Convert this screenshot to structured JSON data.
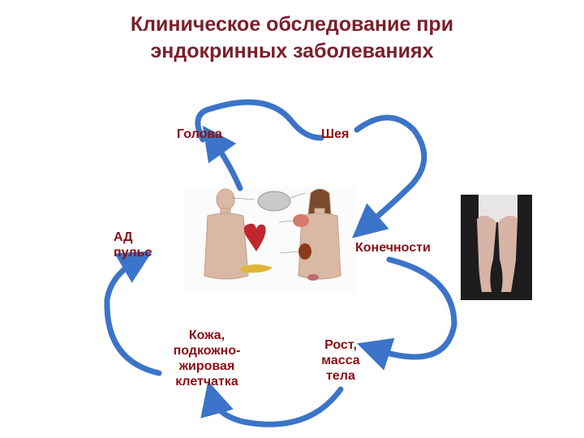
{
  "title_line1": "Клиническое обследование при",
  "title_line2": "эндокринных заболеваниях",
  "labels": {
    "head": "Голова",
    "neck": "Шея",
    "bp_pulse": "АД\nпульс",
    "limbs": "Конечности",
    "skin": "Кожа,\nподкожно-\nжировая\nклетчатка",
    "growth": "Рост,\nмасса\nтела"
  },
  "colors": {
    "arrow": "#3b74c8",
    "label": "#8a0f14",
    "title": "#7a1f2b"
  }
}
